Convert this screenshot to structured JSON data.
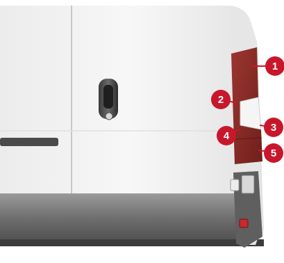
{
  "colors": {
    "body_white": "#f4f4f4",
    "bumper_gray": "#7a7a7a",
    "tail_lamp_red": "#8e2a25",
    "callout_red": "#c8172b"
  },
  "callouts": [
    {
      "label": "1"
    },
    {
      "label": "2"
    },
    {
      "label": "3"
    },
    {
      "label": "4"
    },
    {
      "label": "5"
    }
  ],
  "icons": {
    "door_handle": "door-handle-icon",
    "door_lock": "lock-icon",
    "reflector": "reflector-icon"
  }
}
